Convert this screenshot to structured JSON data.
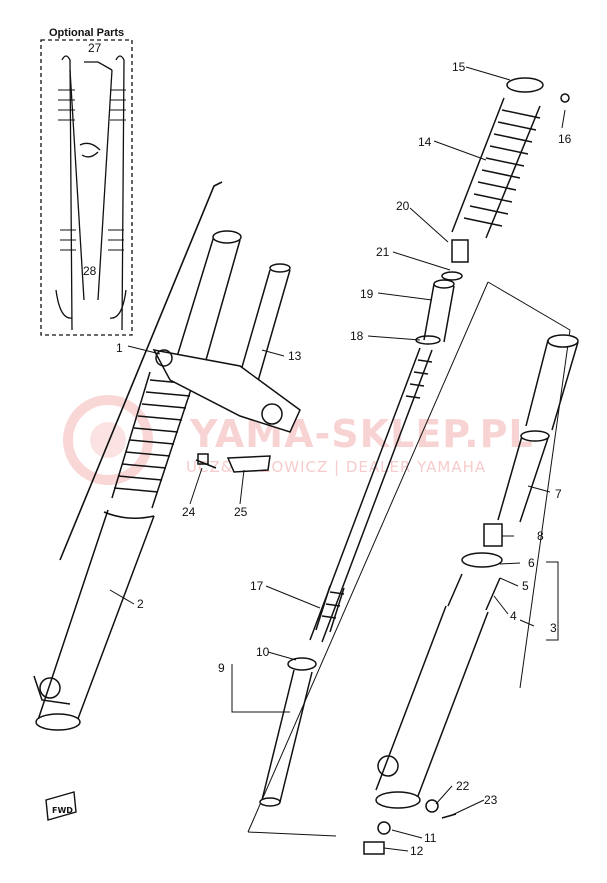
{
  "optional_parts": {
    "title": "Optional Parts",
    "labels": [
      "27",
      "28"
    ]
  },
  "callouts": [
    "15",
    "16",
    "14",
    "20",
    "21",
    "19",
    "18",
    "1",
    "13",
    "24",
    "25",
    "7",
    "8",
    "6",
    "5",
    "4",
    "3",
    "17",
    "2",
    "10",
    "9",
    "22",
    "23",
    "11",
    "12"
  ],
  "watermark": {
    "main": "YAMA-SKLEP.PL",
    "sub": "UCZ&MOZOWICZ | DEALER YAMAHA"
  },
  "fwd_badge": "FWD",
  "colors": {
    "line": "#111111",
    "watermark": "#f3b0b0"
  }
}
